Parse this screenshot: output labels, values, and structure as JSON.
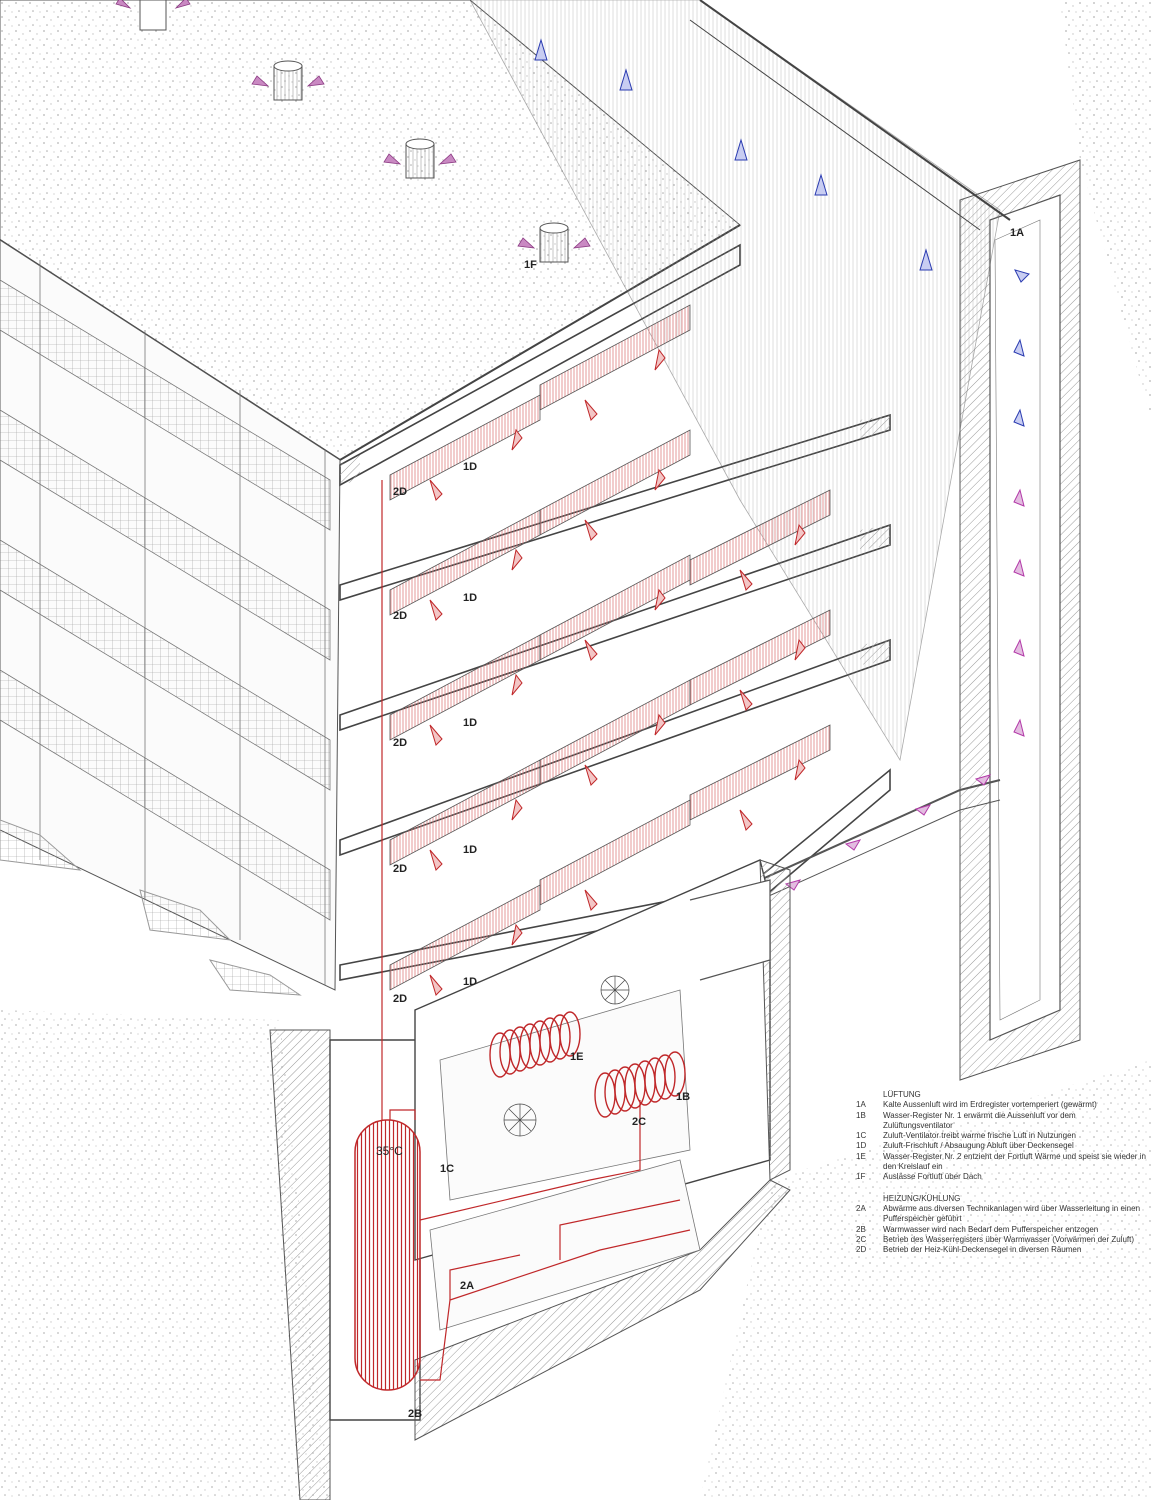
{
  "colors": {
    "line": "#4a4a4a",
    "light_line": "#b8b8b8",
    "hatch": "#8a8a8a",
    "heat": "#c0282a",
    "cold_air": "#2a3bb0",
    "exhaust_air": "#b23aa8",
    "speckle": "#bdbdbd"
  },
  "icons": {
    "cold_arrow": "double-arrow-icon-blue",
    "warm_arrow": "curved-arrow-icon-red",
    "exhaust_arrow": "double-arrow-icon-purple",
    "fan": "fan-icon",
    "coil": "coil-icon"
  },
  "labels": {
    "l1A": "1A",
    "l1B": "1B",
    "l1C": "1C",
    "l1E": "1E",
    "l1F": "1F",
    "l1D_1": "1D",
    "l1D_2": "1D",
    "l1D_3": "1D",
    "l1D_4": "1D",
    "l1D_5": "1D",
    "l2A": "2A",
    "l2B": "2B",
    "l2C": "2C",
    "l2D_1": "2D",
    "l2D_2": "2D",
    "l2D_3": "2D",
    "l2D_4": "2D",
    "l2D_5": "2D",
    "tank_temp": "35°C"
  },
  "legend": {
    "lueftung": {
      "heading": "LÜFTUNG",
      "items": [
        {
          "code": "1A",
          "text": "Kalte Aussenluft wird im Erdregister vortemperiert (gewärmt)"
        },
        {
          "code": "1B",
          "text": "Wasser-Register Nr. 1 erwärmt die Aussenluft vor dem Zulüftungsventilator"
        },
        {
          "code": "1C",
          "text": "Zuluft-Ventilator treibt warme frische Luft in Nutzungen"
        },
        {
          "code": "1D",
          "text": "Zuluft-Frischluft / Absaugung Abluft über Deckensegel"
        },
        {
          "code": "1E",
          "text": "Wasser-Register Nr. 2 entzieht der Fortluft Wärme und speist sie wieder in den Kreislauf ein"
        },
        {
          "code": "1F",
          "text": "Auslässe Fortluft über Dach"
        }
      ]
    },
    "heizung": {
      "heading": "HEIZUNG/KÜHLUNG",
      "items": [
        {
          "code": "2A",
          "text": "Abwärme aus diversen Technikanlagen wird über Wasserleitung in einen Pufferspeicher geführt"
        },
        {
          "code": "2B",
          "text": "Warmwasser wird nach Bedarf dem Pufferspeicher entzogen"
        },
        {
          "code": "2C",
          "text": "Betrieb des Wasserregisters über Warmwasser (Vorwärmen der Zuluft)"
        },
        {
          "code": "2D",
          "text": "Betrieb der Heiz-Kühl-Deckensegel in diversen Räumen"
        }
      ]
    }
  }
}
